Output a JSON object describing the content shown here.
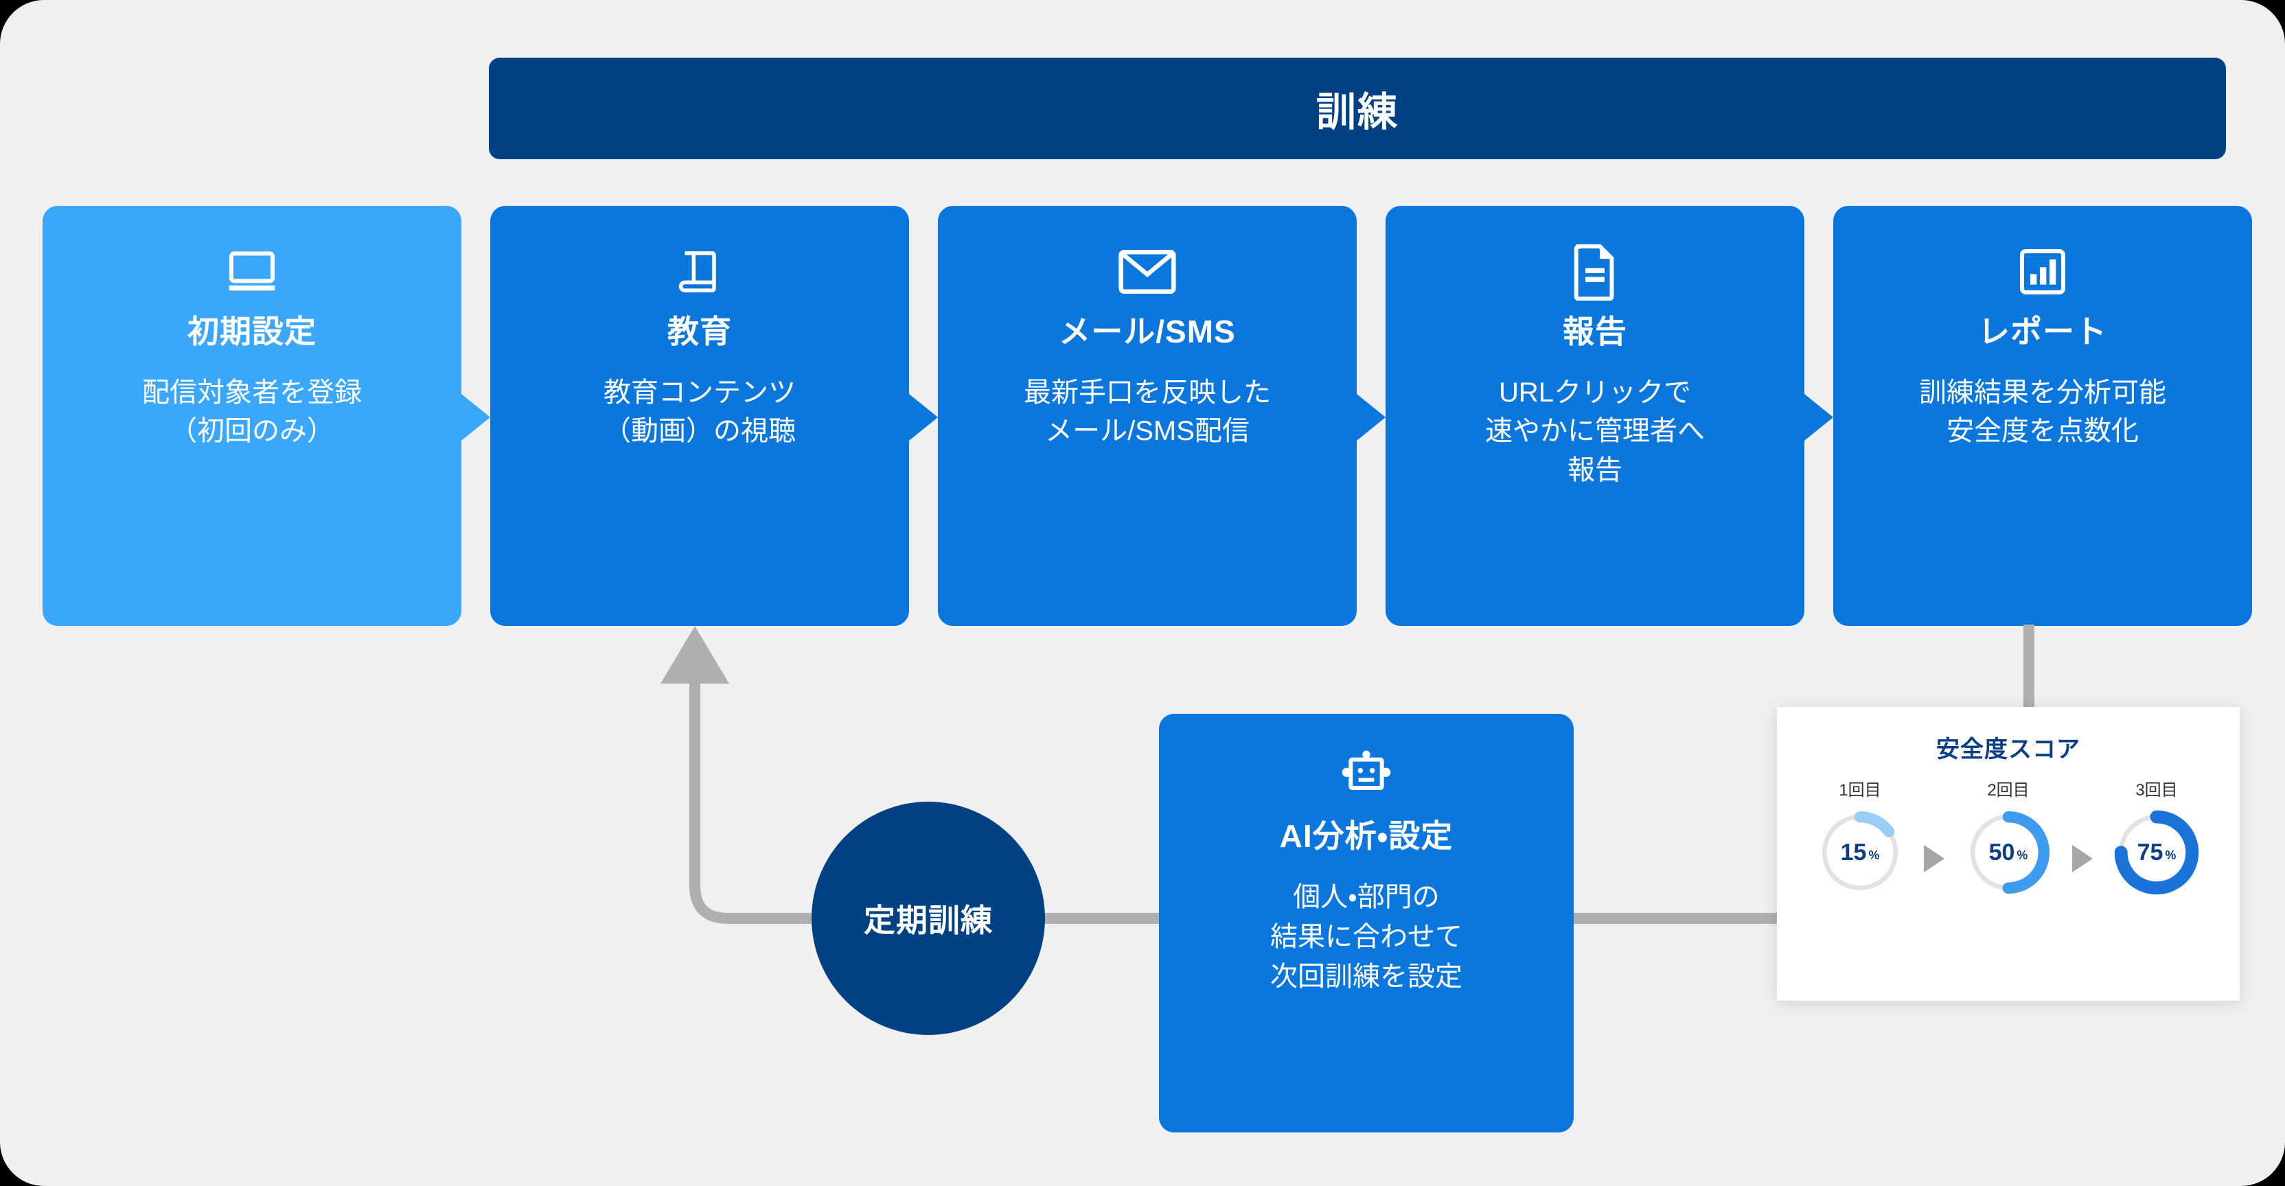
{
  "header": {
    "title": "訓練"
  },
  "colors": {
    "banner": "#004183",
    "card_active": "#3BA7FB",
    "card_default": "#0B76DC",
    "circle": "#004183",
    "connector": "#AFAFAF",
    "panel_bg": "#F0F0F0",
    "score_title": "#0B3D82",
    "donut_track": "#E2E2E2",
    "donut_1": "#9CCDF5",
    "donut_2": "#3D9BF0",
    "donut_3": "#1A73D8"
  },
  "steps": [
    {
      "id": "initial-setup",
      "icon": "laptop-icon",
      "title": "初期設定",
      "desc": "配信対象者を登録\n（初回のみ）",
      "highlight": true
    },
    {
      "id": "education",
      "icon": "book-icon",
      "title": "教育",
      "desc": "教育コンテンツ\n（動画）の視聴",
      "highlight": false
    },
    {
      "id": "mail-sms",
      "icon": "envelope-icon",
      "title": "メール/SMS",
      "desc": "最新手口を反映した\nメール/SMS配信",
      "highlight": false
    },
    {
      "id": "report-submit",
      "icon": "document-icon",
      "title": "報告",
      "desc": "URLクリックで\n速やかに管理者へ\n報告",
      "highlight": false
    },
    {
      "id": "report-analytics",
      "icon": "bar-chart-icon",
      "title": "レポート",
      "desc": "訓練結果を分析可能\n安全度を点数化",
      "highlight": false
    }
  ],
  "cycle": {
    "label": "定期訓練"
  },
  "ai": {
    "icon": "robot-icon",
    "title": "AI分析・設定",
    "desc": "個人・部門の\n結果に合わせて\n次回訓練を設定"
  },
  "score_panel": {
    "title": "安全度スコア",
    "separator_icon": "triangle-right-icon"
  },
  "chart_data": {
    "type": "pie",
    "title": "安全度スコア",
    "categories": [
      "1回目",
      "2回目",
      "3回目"
    ],
    "values": [
      15,
      50,
      75
    ],
    "unit": "%",
    "colors": [
      "#9CCDF5",
      "#3D9BF0",
      "#1A73D8"
    ],
    "track_color": "#E2E2E2",
    "ylim": [
      0,
      100
    ],
    "legend": "none",
    "grid": false,
    "note": "Three donut gauges showing safety score progression across training rounds"
  }
}
